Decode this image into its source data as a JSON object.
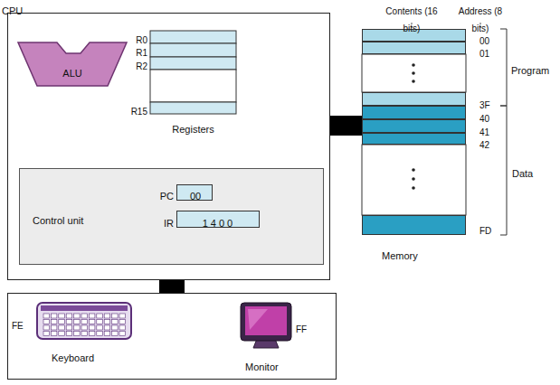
{
  "diagram": {
    "nodes": [
      {
        "text": [
          "CPU"
        ]
      },
      {
        "text": [
          "ALU"
        ],
        "in": 0
      },
      {
        "text": [
          "Registers"
        ],
        "in": 0
      },
      {
        "text": [
          "Control unit"
        ],
        "in": 0
      },
      {
        "text": [
          "PC",
          "00"
        ],
        "in": 3
      },
      {
        "text": [
          "IR",
          "1400"
        ],
        "in": 3
      },
      {
        "text": [
          "Memory"
        ]
      },
      {
        "text": [
          "00"
        ],
        "in": 6
      },
      {
        "text": [
          "01"
        ],
        "in": 6
      },
      {
        "text": [
          "3F"
        ],
        "in": 6
      },
      {
        "text": [
          "40"
        ],
        "in": 6
      },
      {
        "text": [
          "41"
        ],
        "in": 6
      },
      {
        "text": [
          "42"
        ],
        "in": 6
      },
      {
        "text": [
          "FD"
        ],
        "in": 6
      },
      {
        "text": []
      },
      {
        "text": [
          "FE",
          "Keyboard"
        ],
        "in": 14
      },
      {
        "text": [
          "FF",
          "Monitor"
        ],
        "in": 14
      }
    ],
    "edges": [
      {
        "from": 0,
        "to": 6,
        "arrow": "none"
      },
      {
        "from": 0,
        "to": 14,
        "arrow": "none"
      }
    ],
    "labels": [
      "R0",
      "R1",
      "R2",
      "R15",
      "Contents (16 bits)",
      "Address (8 bits)",
      "Program",
      "Data"
    ]
  }
}
